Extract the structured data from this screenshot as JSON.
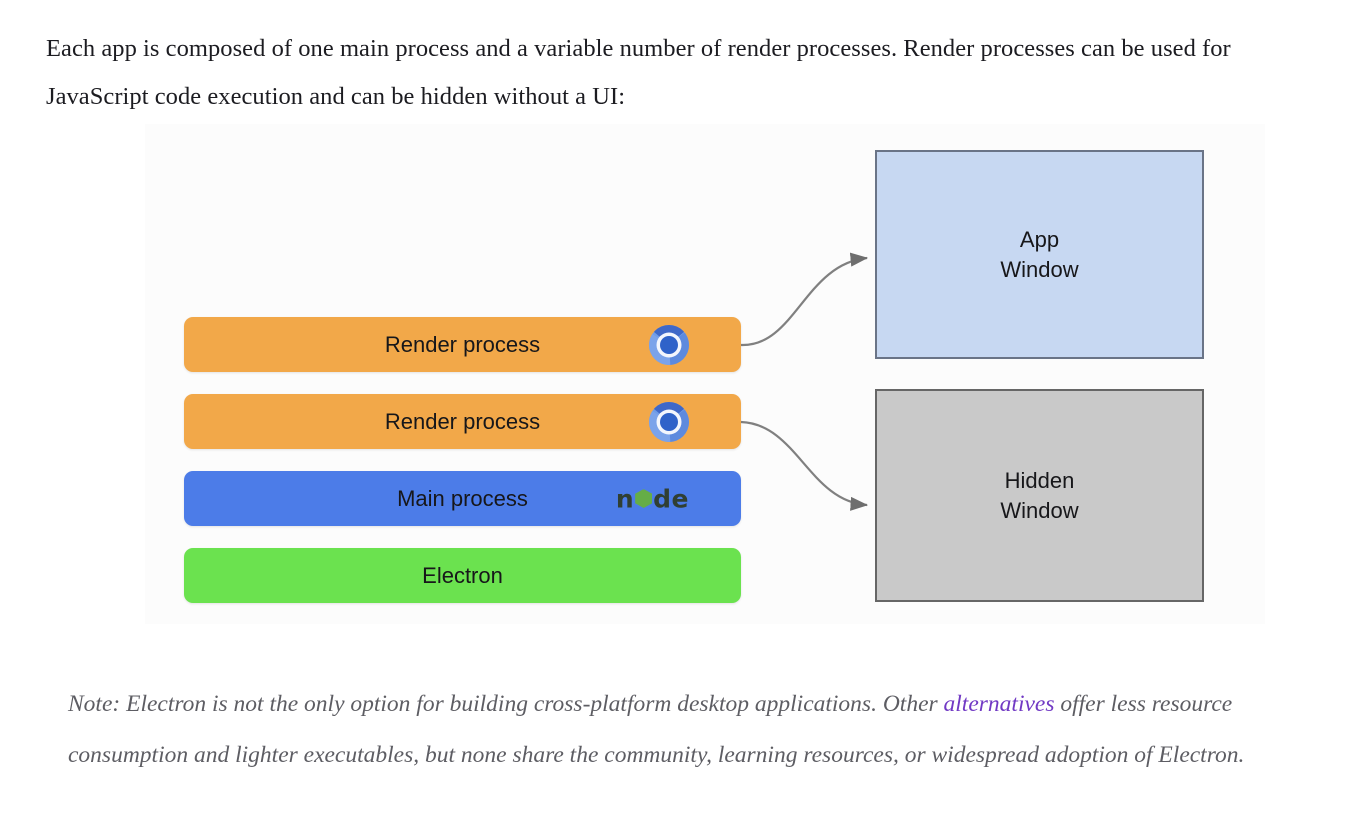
{
  "intro": {
    "paragraph": "Each app is composed of one main process and a variable number of render processes. Render processes can be used for JavaScript code execution and can be hidden without a UI:"
  },
  "diagram": {
    "type": "architecture-block-diagram",
    "bars": [
      {
        "id": "render-process-1",
        "label": "Render process",
        "logo": "chromium-logo",
        "color": "#F2A849"
      },
      {
        "id": "render-process-2",
        "label": "Render process",
        "logo": "chromium-logo",
        "color": "#F2A849"
      },
      {
        "id": "main-process",
        "label": "Main process",
        "logo": "node-logo",
        "color": "#4C7CE8"
      },
      {
        "id": "electron",
        "label": "Electron",
        "logo": null,
        "color": "#6BE24F"
      }
    ],
    "windows": [
      {
        "id": "app-window",
        "line1": "App",
        "line2": "Window",
        "color": "#C7D8F2",
        "border": "#6A7487"
      },
      {
        "id": "hidden-window",
        "line1": "Hidden",
        "line2": "Window",
        "color": "#C9C9C9",
        "border": "#666666"
      }
    ],
    "connections": [
      {
        "from": "render-process-1",
        "to": "app-window"
      },
      {
        "from": "render-process-2",
        "to": "hidden-window"
      }
    ],
    "node_logo_text": {
      "pre": "n",
      "post": "de"
    }
  },
  "note": {
    "part1": "Note: Electron is not the only option for building cross-platform desktop applications. Other ",
    "link": "alternatives",
    "part2": " offer less resource consumption and lighter executables, but none share the community, learning resources, or widespread adoption of Electron.",
    "link_color": "#7139C4"
  }
}
